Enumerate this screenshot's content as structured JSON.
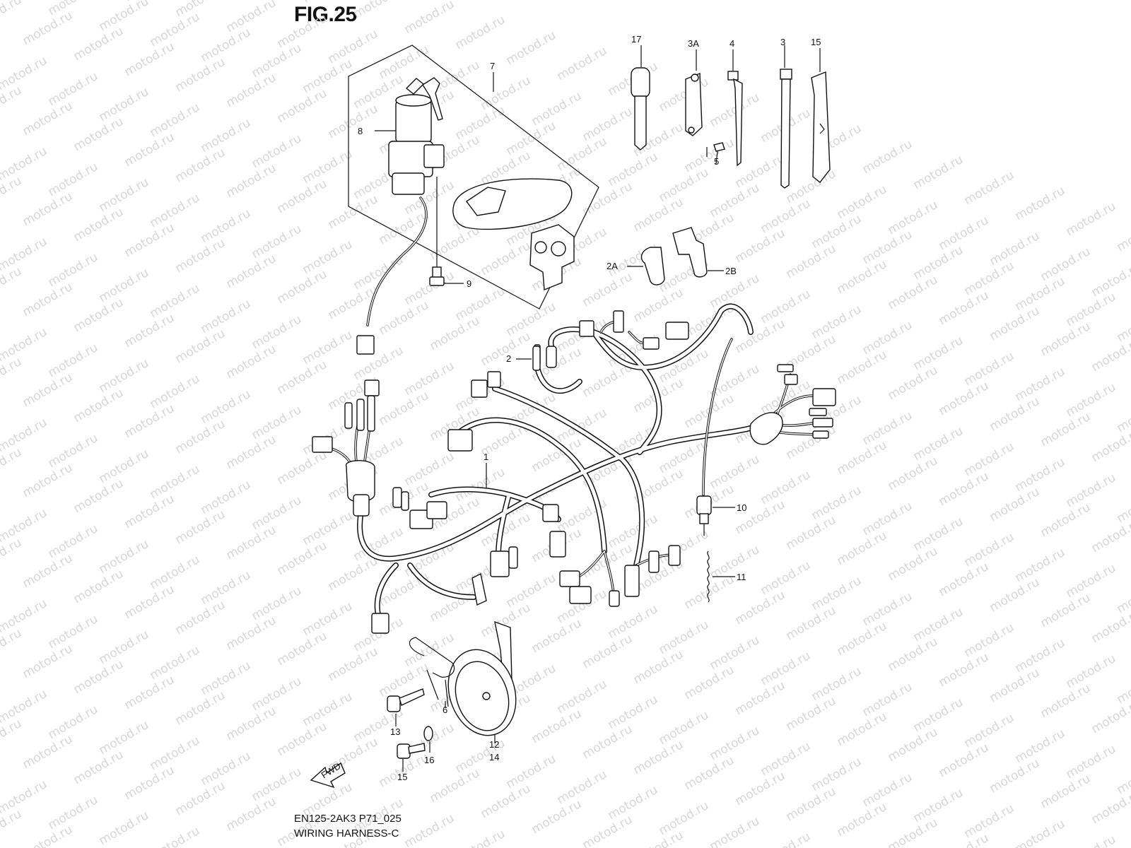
{
  "figure": {
    "title": "FIG.25",
    "code": "EN125-2AK3 P71_025",
    "name": "WIRING HARNESS-C",
    "watermark": "motod.ru",
    "fwd_marker": "FWD"
  },
  "callouts": [
    "1",
    "2",
    "2A",
    "2B",
    "3",
    "3A",
    "4",
    "5",
    "6",
    "7",
    "8",
    "9",
    "10",
    "11",
    "12",
    "13",
    "14",
    "15",
    "15",
    "16",
    "17"
  ]
}
